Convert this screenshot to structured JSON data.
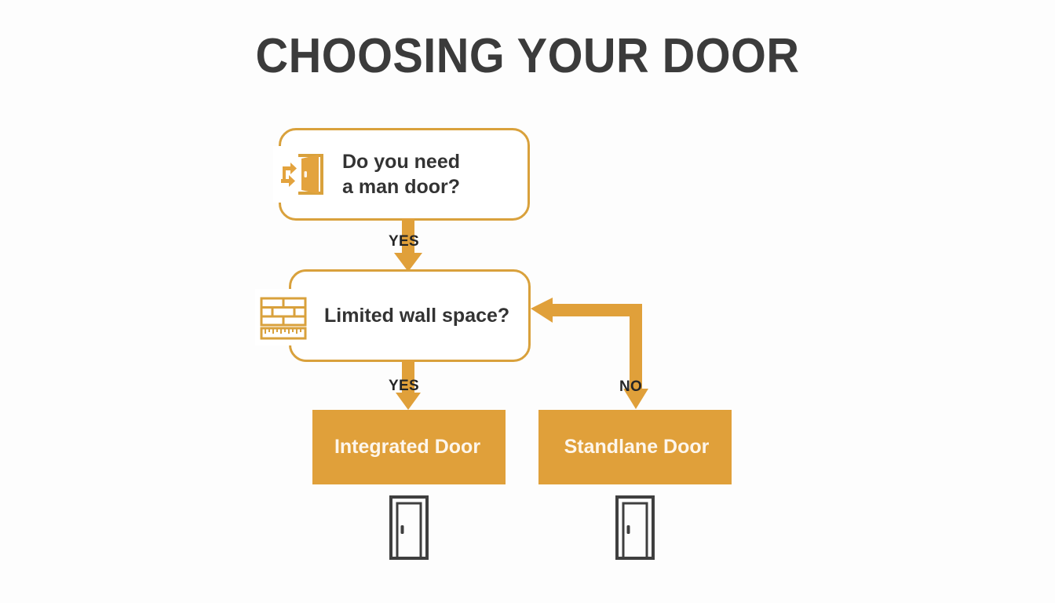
{
  "page": {
    "title": "CHOOSING YOUR DOOR",
    "background_color": "#fdfdfd",
    "accent_color": "#e0a03a",
    "border_color": "#d9a13c",
    "text_color": "#333333",
    "title_color": "#3b3b3b"
  },
  "flowchart": {
    "type": "decision-tree",
    "nodes": [
      {
        "id": "man-door",
        "kind": "decision",
        "text": "Do you need\na man door?",
        "icon": "open-door-icon"
      },
      {
        "id": "wall-space",
        "kind": "decision",
        "text": "Limited wall space?",
        "icon": "brick-wall-ruler-icon"
      },
      {
        "id": "integrated",
        "kind": "outcome",
        "text": "Integrated Door",
        "icon": "door-icon"
      },
      {
        "id": "standalone",
        "kind": "outcome",
        "text": "Standlane Door",
        "icon": "door-icon"
      }
    ],
    "edges": [
      {
        "from": "man-door",
        "to": "wall-space",
        "label": "YES",
        "direction": "down"
      },
      {
        "from": "wall-space",
        "to": "integrated",
        "label": "YES",
        "direction": "down"
      },
      {
        "from": "wall-space",
        "to": "standalone",
        "label": "NO",
        "direction": "elbow-right-down"
      }
    ]
  },
  "labels": {
    "yes_1": "YES",
    "yes_2": "YES",
    "no": "NO"
  }
}
